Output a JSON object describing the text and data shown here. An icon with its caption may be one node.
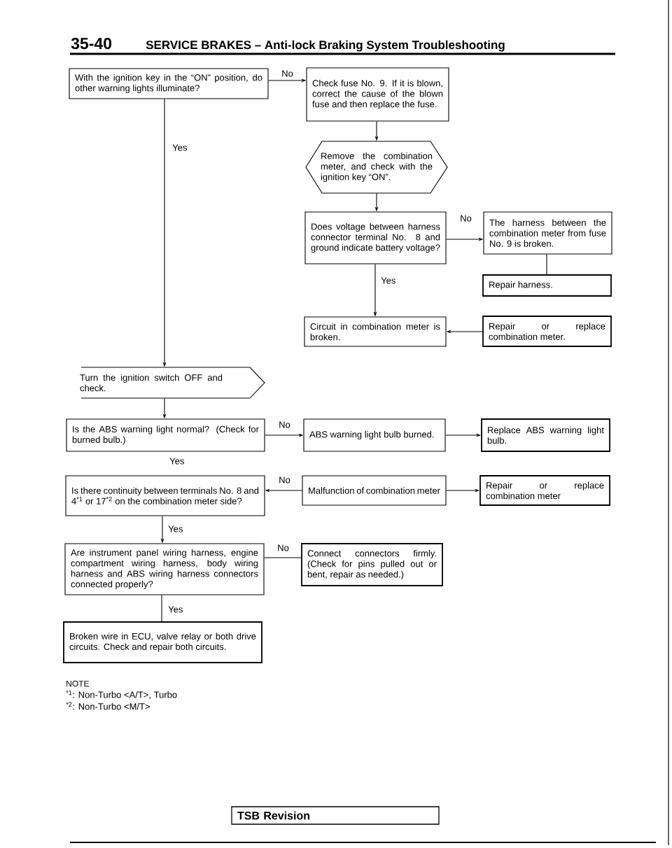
{
  "diagram": {
    "title": "SERVICE BRAKES – Anti-lock Braking System Troubleshooting",
    "nodes": [
      {
        "text": [
          "With the ignition key in the “ON” position, do other warning lights illuminate?"
        ]
      },
      {
        "text": [
          "Check fuse No. 9. If it is blown, correct the cause of the blown fuse and then replace the fuse."
        ]
      },
      {
        "text": [
          "Remove the combination meter, and check with the ignition key “ON”."
        ]
      },
      {
        "text": [
          "Does voltage between harness connector terminal No. 8 and ground indicate battery voltage?"
        ]
      },
      {
        "text": [
          "The harness between the combination meter from fuse No. 9 is broken."
        ]
      },
      {
        "text": [
          "Repair harness."
        ]
      },
      {
        "text": [
          "Circuit in combination meter is broken."
        ]
      },
      {
        "text": [
          "Repair or replace combination meter."
        ]
      },
      {
        "text": [
          "Turn the ignition switch OFF and check."
        ]
      },
      {
        "text": [
          "Is the ABS warning light normal? (Check for burned bulb.)"
        ]
      },
      {
        "text": [
          "ABS warning light bulb burned."
        ]
      },
      {
        "text": [
          "Replace ABS warning light bulb."
        ]
      },
      {
        "text": [
          "Is there continuity between terminals No. 8 and 4$^{*1}$ or 17$^{*2}$ on the combination meter side?"
        ]
      },
      {
        "text": [
          "Malfunction of combination meter"
        ]
      },
      {
        "text": [
          "Repair or replace combination meter"
        ]
      },
      {
        "text": [
          "Are instrument panel wiring harness, engine compartment wiring harness, body wiring harness and ABS wiring harness connectors connected properly?"
        ]
      },
      {
        "text": [
          "Connect connectors firmly. (Check for pins pulled out or bent, repair as needed.)"
        ]
      },
      {
        "text": [
          "Broken wire in ECU, valve relay or both drive circuits. Check and repair both circuits."
        ]
      },
      {
        "text": [
          "TSB Revision"
        ]
      }
    ],
    "edges": [
      {
        "from": 0,
        "to": 1,
        "arrow": "to",
        "label": "No"
      },
      {
        "from": 1,
        "to": 2,
        "arrow": "to"
      },
      {
        "from": 2,
        "to": 3,
        "arrow": "to"
      },
      {
        "from": 3,
        "to": 4,
        "arrow": "to",
        "label": "No"
      },
      {
        "from": 4,
        "to": 5,
        "arrow": "none"
      },
      {
        "from": 3,
        "to": 6,
        "arrow": "to",
        "label": "Yes"
      },
      {
        "from": 7,
        "to": 6,
        "arrow": "to"
      },
      {
        "from": 0,
        "to": 8,
        "arrow": "to",
        "label": "Yes"
      },
      {
        "from": 8,
        "to": 9,
        "arrow": "to"
      },
      {
        "from": 9,
        "to": 10,
        "arrow": "to",
        "label": "No"
      },
      {
        "from": 10,
        "to": 11,
        "arrow": "to"
      },
      {
        "from": 13,
        "to": 12,
        "arrow": "to",
        "label": "No"
      },
      {
        "from": 13,
        "to": 14,
        "arrow": "to"
      },
      {
        "from": 12,
        "to": 15,
        "arrow": "to",
        "label": "Yes"
      },
      {
        "from": 15,
        "to": 16,
        "arrow": "none",
        "label": "No"
      },
      {
        "from": 15,
        "to": 17,
        "arrow": "none",
        "label": "Yes"
      }
    ],
    "labels": [
      "35-40",
      "Yes",
      "NOTE",
      "$^{*1}$: Non-Turbo <A/T>, Turbo",
      "$^{*2}$: Non-Turbo <M/T>"
    ]
  }
}
